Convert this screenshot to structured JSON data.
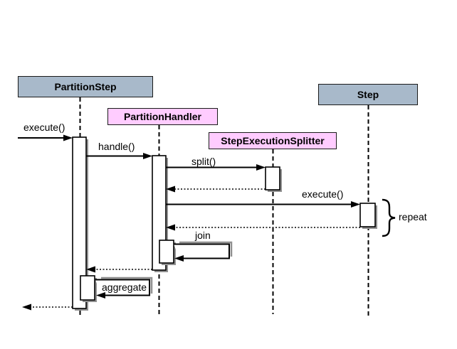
{
  "participants": {
    "partition_step": "PartitionStep",
    "partition_handler": "PartitionHandler",
    "step_execution_splitter": "StepExecutionSplitter",
    "step": "Step"
  },
  "messages": {
    "execute_initial": "execute()",
    "handle": "handle()",
    "split": "split()",
    "execute_step": "execute()",
    "join": "join",
    "aggregate": "aggregate"
  },
  "annotations": {
    "repeat": "repeat"
  },
  "colors": {
    "participant_blue": "#a8b9ca",
    "participant_pink": "#ffccff",
    "shadow_gray": "#909090",
    "line_black": "#000000",
    "background": "#ffffff"
  }
}
